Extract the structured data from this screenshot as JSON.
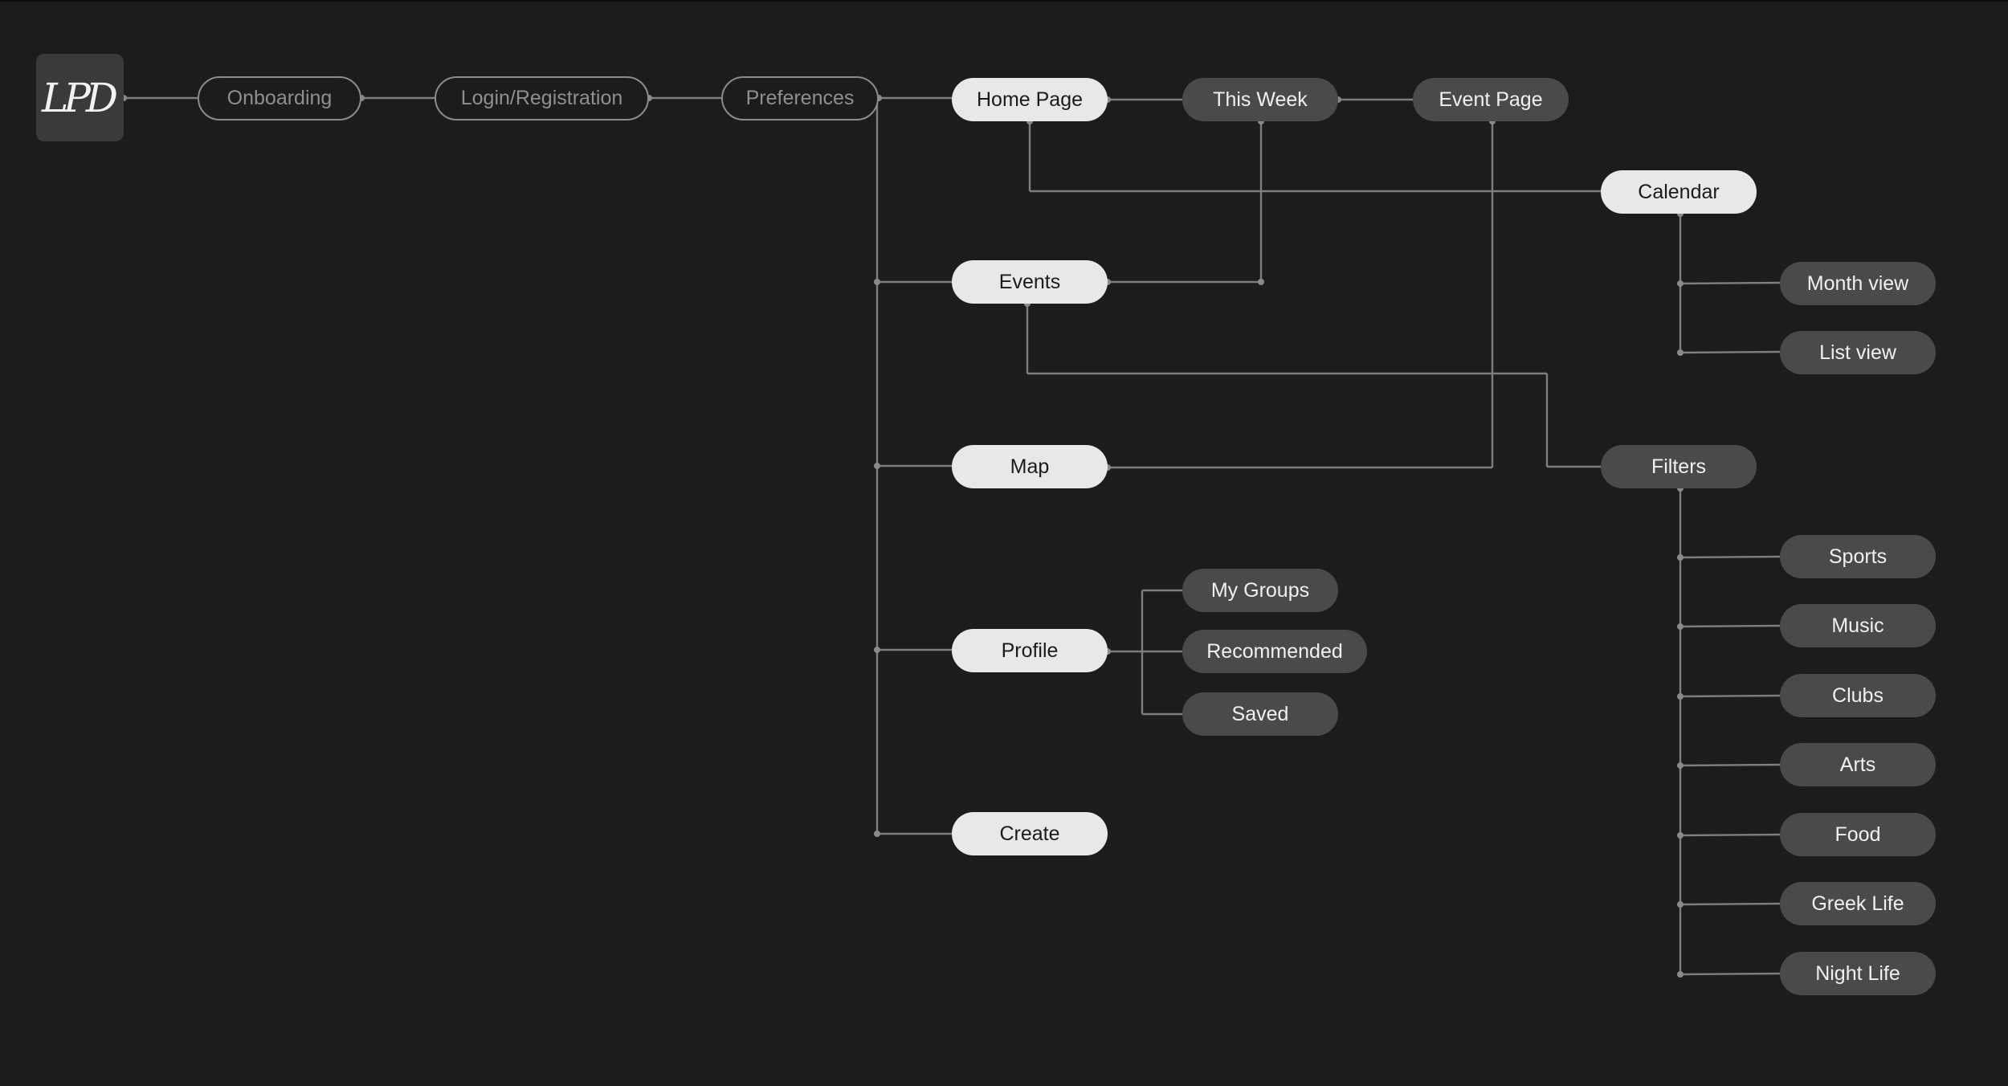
{
  "logo": {
    "text": "LPD"
  },
  "nodes": {
    "onboarding": "Onboarding",
    "login_registration": "Login/Registration",
    "preferences": "Preferences",
    "home_page": "Home Page",
    "this_week": "This Week",
    "event_page": "Event Page",
    "calendar": "Calendar",
    "month_view": "Month view",
    "list_view": "List view",
    "events": "Events",
    "map": "Map",
    "filters": "Filters",
    "profile": "Profile",
    "my_groups": "My Groups",
    "recommended": "Recommended",
    "saved": "Saved",
    "create": "Create",
    "sports": "Sports",
    "music": "Music",
    "clubs": "Clubs",
    "arts": "Arts",
    "food": "Food",
    "greek_life": "Greek Life",
    "night_life": "Night Life"
  },
  "colors": {
    "background": "#1c1c1c",
    "connector": "#7e7e7e",
    "node_light": "#e8e8e8",
    "node_dark": "#4a4a4a",
    "node_outline": "#8c8c8c"
  }
}
